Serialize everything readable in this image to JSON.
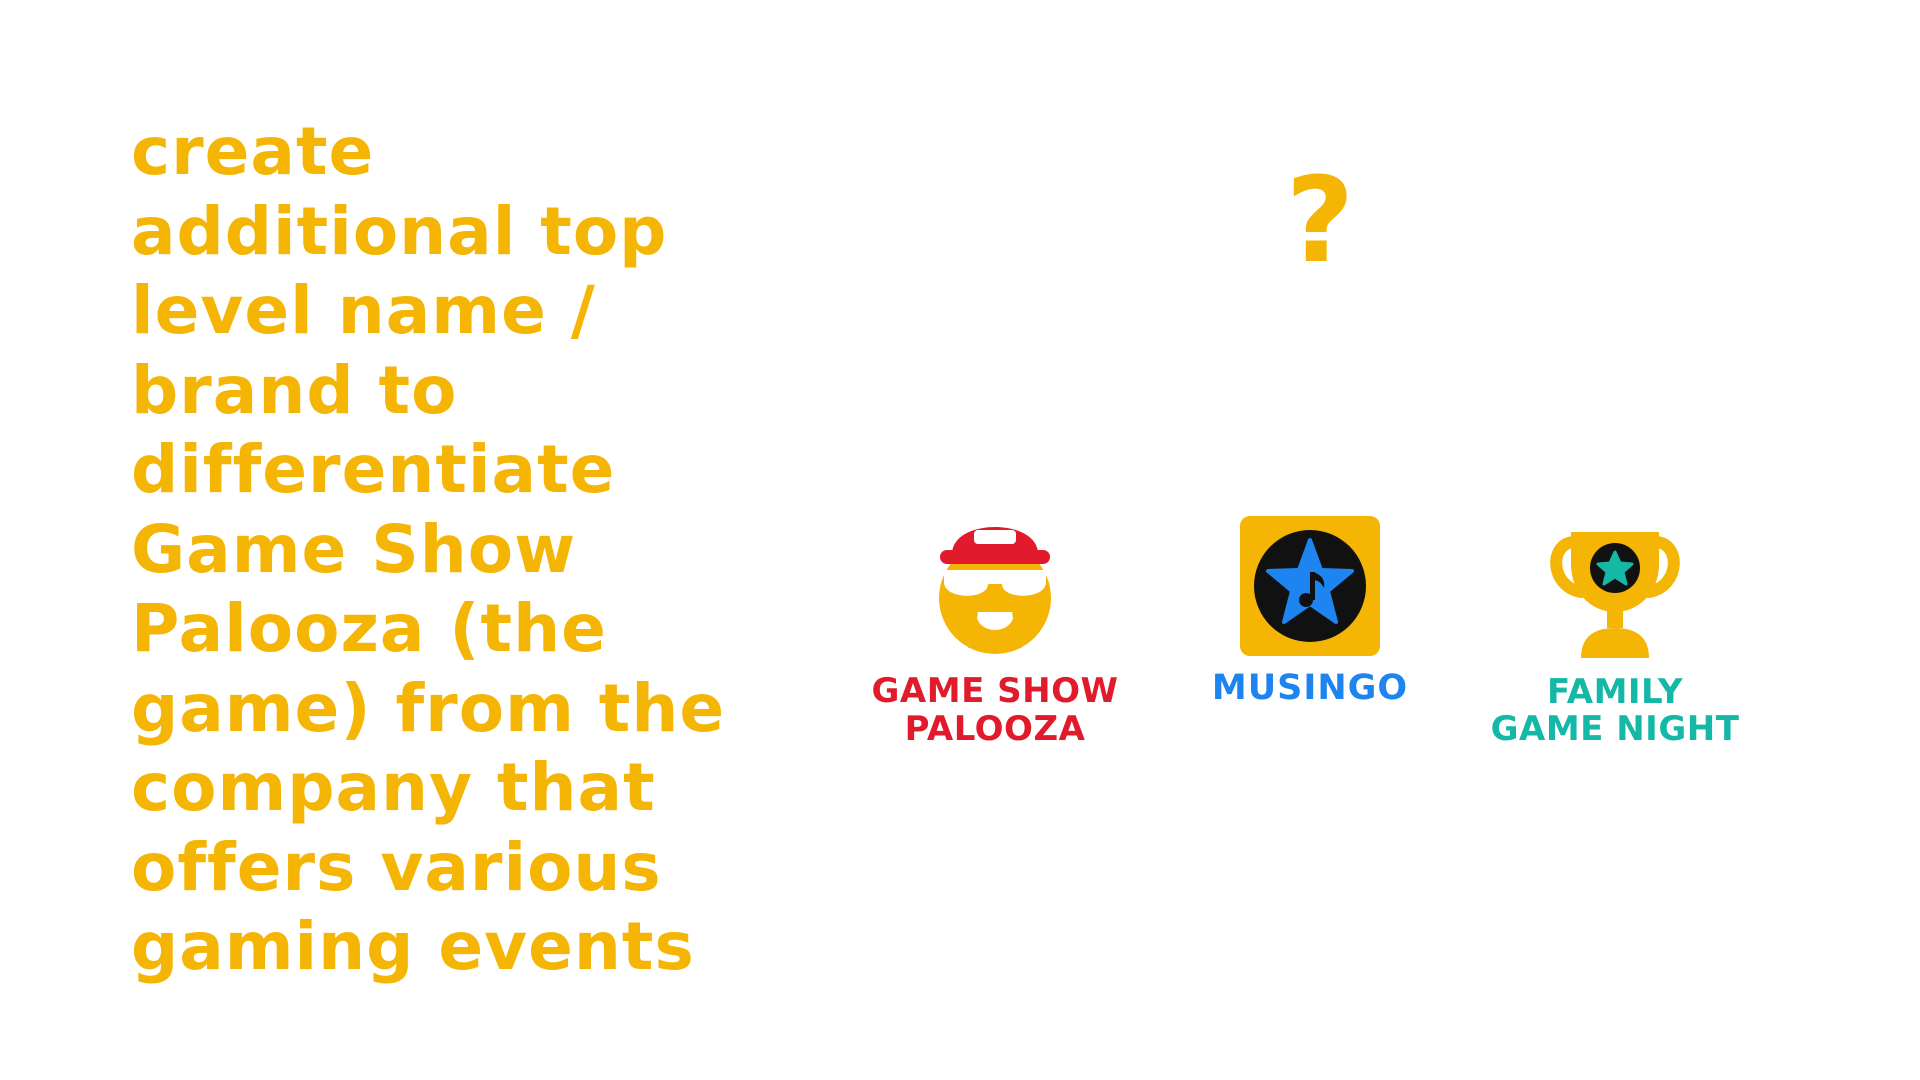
{
  "headline": "create\nadditional top\nlevel name /\nbrand to\ndifferentiate\nGame Show\nPalooza (the\ngame) from the\ncompany that\noffers various\ngaming events",
  "placeholder_mark": "?",
  "logos": [
    {
      "name": "GAME SHOW\nPALOOZA",
      "color": "#E11B2B",
      "icon": "mascot-cap-sunglasses-icon"
    },
    {
      "name": "MUSINGO",
      "color": "#1E84F0",
      "icon": "music-star-record-icon"
    },
    {
      "name": "FAMILY\nGAME NIGHT",
      "color": "#15B8A6",
      "icon": "trophy-star-icon"
    }
  ],
  "colors": {
    "accent_yellow": "#F5B505",
    "background": "#FFFFFF",
    "black": "#111111"
  }
}
